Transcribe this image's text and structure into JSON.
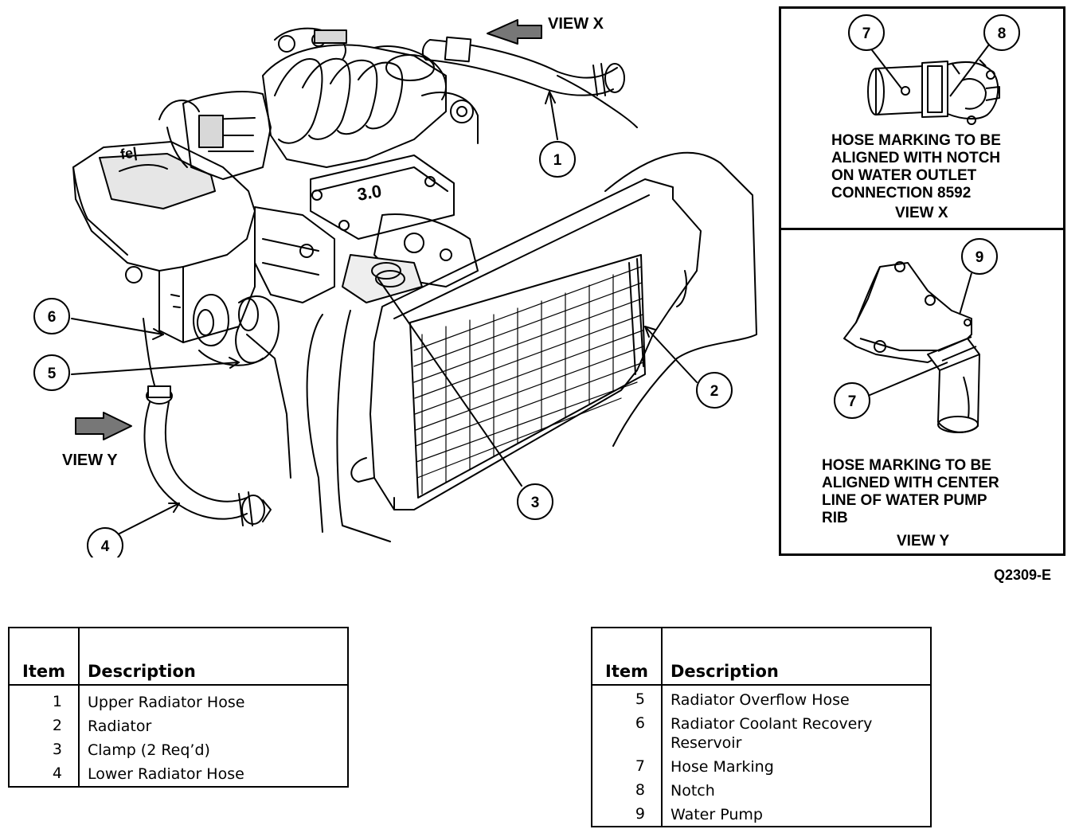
{
  "figure_id": "Q2309-E",
  "main_view": {
    "view_x_label": "VIEW X",
    "view_y_label": "VIEW Y",
    "engine_badge": "3.0",
    "callouts": [
      "1",
      "2",
      "3",
      "4",
      "5",
      "6"
    ]
  },
  "inset_x": {
    "callouts": [
      "7",
      "8"
    ],
    "caption_lines": [
      "HOSE MARKING TO BE",
      "ALIGNED WITH NOTCH",
      "ON WATER OUTLET",
      "CONNECTION 8592"
    ],
    "view_label": "VIEW X"
  },
  "inset_y": {
    "callouts": [
      "9",
      "7"
    ],
    "caption_lines": [
      "HOSE MARKING TO BE",
      "ALIGNED WITH CENTER",
      "LINE OF WATER PUMP",
      "RIB"
    ],
    "view_label": "VIEW Y"
  },
  "legend_left": {
    "header_item": "Item",
    "header_desc": "Description",
    "rows": [
      {
        "item": "1",
        "desc": "Upper Radiator Hose"
      },
      {
        "item": "2",
        "desc": "Radiator"
      },
      {
        "item": "3",
        "desc": "Clamp (2 Req’d)"
      },
      {
        "item": "4",
        "desc": "Lower Radiator Hose"
      }
    ]
  },
  "legend_right": {
    "header_item": "Item",
    "header_desc": "Description",
    "rows": [
      {
        "item": "5",
        "desc": "Radiator Overflow Hose"
      },
      {
        "item": "6",
        "desc": "Radiator Coolant Recovery",
        "desc2": "Reservoir"
      },
      {
        "item": "7",
        "desc": "Hose Marking"
      },
      {
        "item": "8",
        "desc": "Notch"
      },
      {
        "item": "9",
        "desc": "Water Pump"
      }
    ]
  }
}
